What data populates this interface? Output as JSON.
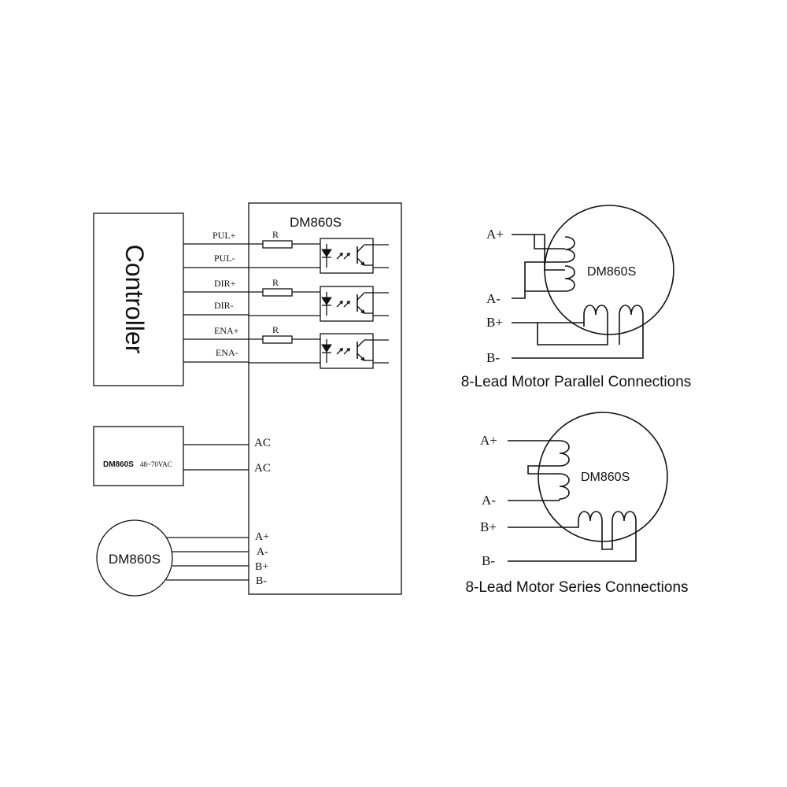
{
  "driver": {
    "title": "DM860S",
    "resistor_label": "R",
    "power_terminals": [
      "AC",
      "AC"
    ],
    "motor_terminals": [
      "A+",
      "A-",
      "B+",
      "B-"
    ]
  },
  "controller": {
    "label": "Controller",
    "signals": [
      "PUL+",
      "PUL-",
      "DIR+",
      "DIR-",
      "ENA+",
      "ENA-"
    ]
  },
  "power_supply": {
    "name": "DM860S",
    "rating": "48~70VAC"
  },
  "motor": {
    "label": "DM860S"
  },
  "parallel": {
    "motor_label": "DM860S",
    "terminals": [
      "A+",
      "A-",
      "B+",
      "B-"
    ],
    "caption": "8-Lead Motor Parallel Connections"
  },
  "series": {
    "motor_label": "DM860S",
    "terminals": [
      "A+",
      "A-",
      "B+",
      "B-"
    ],
    "caption": "8-Lead Motor Series Connections"
  }
}
